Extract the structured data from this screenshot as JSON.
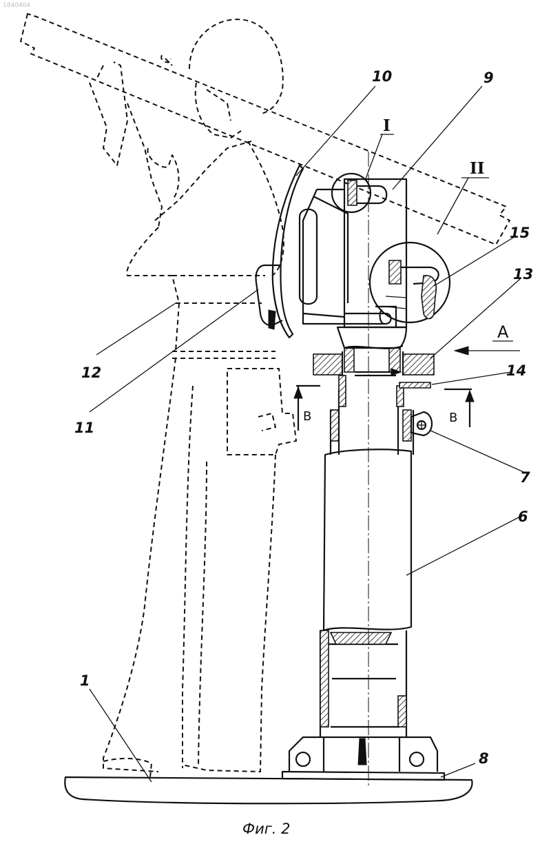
{
  "doc_id": "1840404",
  "caption": "Фиг. 2",
  "labels": {
    "l1": "1",
    "l6": "6",
    "l7": "7",
    "l8": "8",
    "l9": "9",
    "l10": "10",
    "l11": "11",
    "l12": "12",
    "l13": "13",
    "l14": "14",
    "l15": "15",
    "detail_1": "I",
    "detail_2": "II",
    "view_a": "A",
    "section_left": "B",
    "section_right": "B"
  }
}
